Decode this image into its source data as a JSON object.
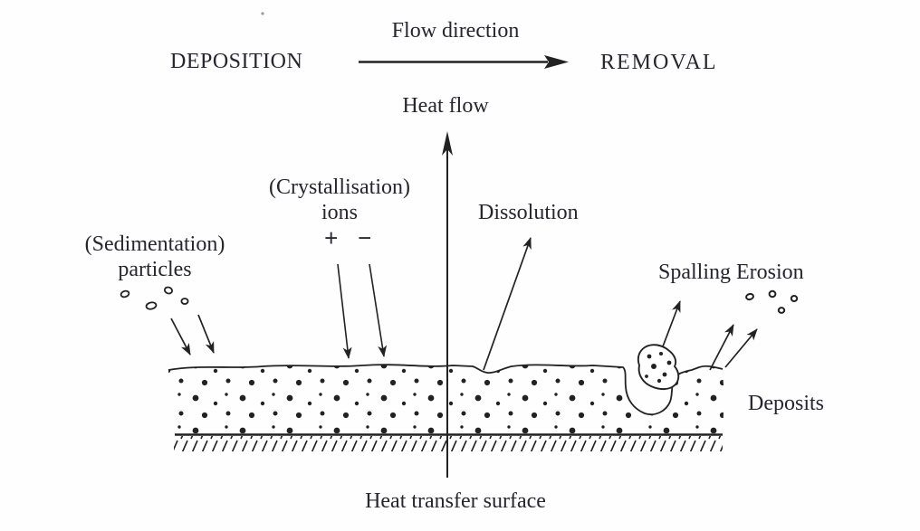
{
  "diagram": {
    "top_row": {
      "deposition": "DEPOSITION",
      "flow_direction": "Flow direction",
      "removal": "REMOVAL"
    },
    "heat_flow": "Heat flow",
    "crystallisation": {
      "line1": "(Crystallisation)",
      "line2": "ions",
      "plus": "+",
      "minus": "−"
    },
    "dissolution": "Dissolution",
    "sedimentation": {
      "line1": "(Sedimentation)",
      "line2": "particles"
    },
    "spalling_erosion": "Spalling Erosion",
    "deposits": "Deposits",
    "heat_transfer_surface": "Heat transfer surface"
  },
  "colors": {
    "ink": "#222222",
    "text": "#26262e",
    "background": "#fefefe"
  }
}
